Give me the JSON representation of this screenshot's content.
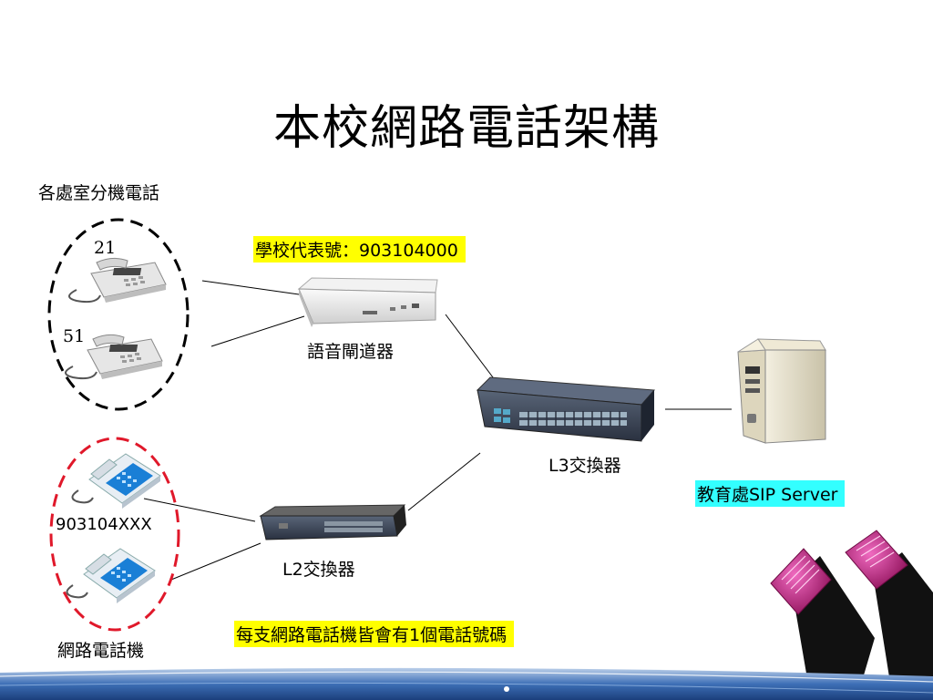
{
  "title": "本校網路電話架構",
  "labels": {
    "extension_group": "各處室分機電話",
    "ext_21": "21",
    "ext_51": "51",
    "school_number": "學校代表號：903104000",
    "voice_gateway": "語音閘道器",
    "l3_switch": "L3交換器",
    "sip_server": "教育處SIP Server",
    "ip_phone_number": "903104XXX",
    "l2_switch": "L2交換器",
    "note": "每支網路電話機皆會有1個電話號碼",
    "ip_phones": "網路電話機"
  },
  "colors": {
    "yellow_highlight": "#ffff00",
    "cyan_highlight": "#33ffff",
    "black_dashed_circle": "#000000",
    "red_dashed_circle": "#e0182a",
    "ip_phone_blue": "#1a7fd6",
    "plug_magenta": "#c2187a"
  },
  "icons": [
    "desk-phone-icon",
    "ip-phone-icon",
    "voice-gateway-icon",
    "network-switch-icon",
    "server-tower-icon",
    "ethernet-plug-icon"
  ]
}
